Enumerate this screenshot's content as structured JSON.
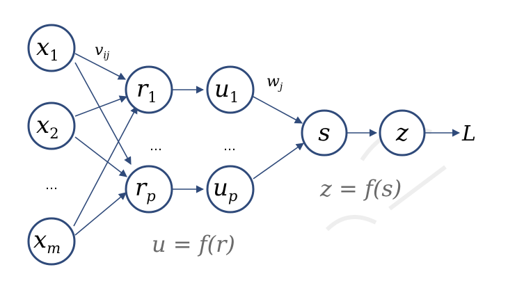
{
  "nodes": {
    "x1": {
      "base": "x",
      "sub": "1"
    },
    "x2": {
      "base": "x",
      "sub": "2"
    },
    "xm": {
      "base": "x",
      "sub": "m"
    },
    "r1": {
      "base": "r",
      "sub": "1"
    },
    "rp": {
      "base": "r",
      "sub": "p"
    },
    "u1": {
      "base": "u",
      "sub": "1"
    },
    "up": {
      "base": "u",
      "sub": "p"
    },
    "s": {
      "base": "s"
    },
    "z": {
      "base": "z"
    }
  },
  "edge_labels": {
    "v": {
      "base": "v",
      "sub": "ij"
    },
    "w": {
      "base": "w",
      "sub": "j"
    }
  },
  "ellipses": {
    "input": "…",
    "hidden_r": "…",
    "hidden_u": "…"
  },
  "output_label": "L",
  "formulas": {
    "u_eq": "u = f(r)",
    "z_eq": "z = f(s)"
  },
  "colors": {
    "node_stroke": "#2f4a7a",
    "formula_text": "#6a6a6a"
  }
}
